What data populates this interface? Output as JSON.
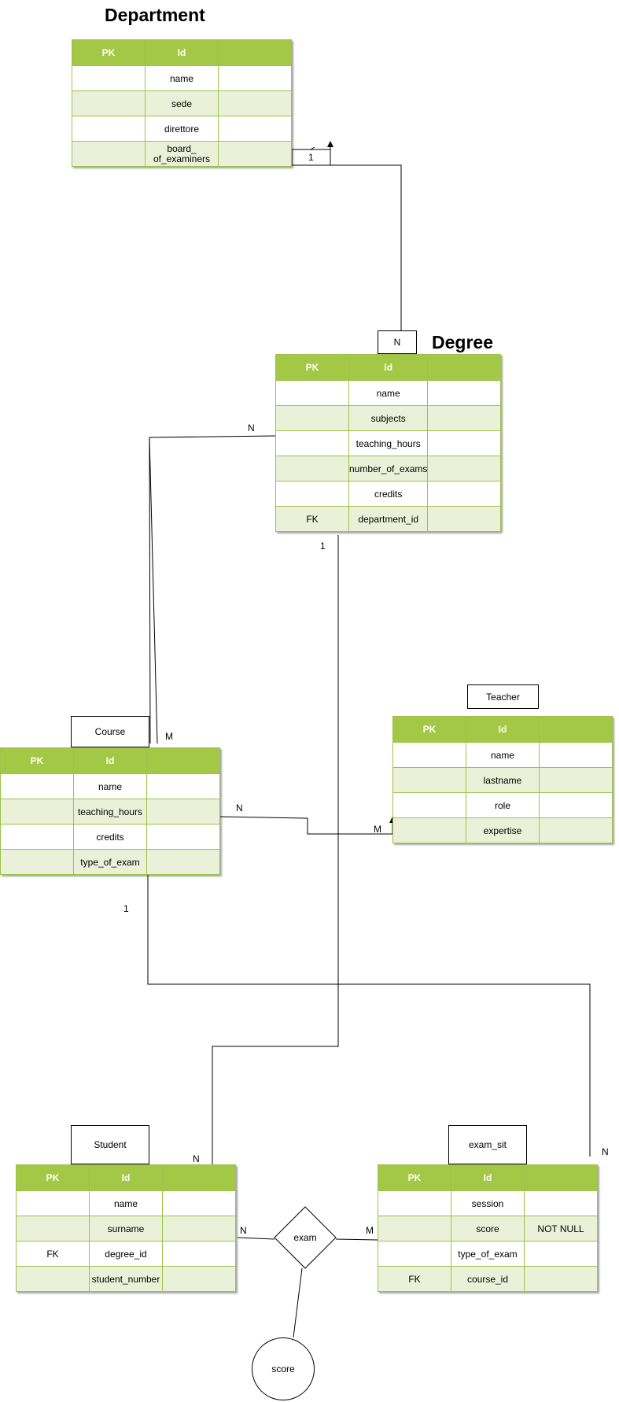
{
  "diagram": {
    "line_color": "#000000",
    "header_color": "#a3c846",
    "stripe_color": "#eaf1d8",
    "border_color": "#9bc34a",
    "department": {
      "title": "Department",
      "header": [
        "PK",
        "Id",
        ""
      ],
      "rows": [
        [
          "",
          "name",
          ""
        ],
        [
          "",
          "sede",
          ""
        ],
        [
          "",
          "direttore",
          ""
        ],
        [
          "",
          "board_\nof_examiners",
          ""
        ]
      ]
    },
    "degree": {
      "title": "Degree",
      "header": [
        "PK",
        "Id",
        ""
      ],
      "rows": [
        [
          "",
          "name",
          ""
        ],
        [
          "",
          "subjects",
          ""
        ],
        [
          "",
          "teaching_hours",
          ""
        ],
        [
          "",
          "number_of_exams",
          ""
        ],
        [
          "",
          "credits",
          ""
        ],
        [
          "FK",
          "department_id",
          ""
        ]
      ]
    },
    "course": {
      "title": "Course",
      "header": [
        "PK",
        "Id",
        ""
      ],
      "rows": [
        [
          "",
          "name",
          ""
        ],
        [
          "",
          "teaching_hours",
          ""
        ],
        [
          "",
          "credits",
          ""
        ],
        [
          "",
          "type_of_exam",
          ""
        ]
      ]
    },
    "teacher": {
      "title": "Teacher",
      "header": [
        "PK",
        "Id",
        ""
      ],
      "rows": [
        [
          "",
          "name",
          ""
        ],
        [
          "",
          "lastname",
          ""
        ],
        [
          "",
          "role",
          ""
        ],
        [
          "",
          "expertise",
          ""
        ]
      ]
    },
    "student": {
      "title": "Student",
      "header": [
        "PK",
        "Id",
        ""
      ],
      "rows": [
        [
          "",
          "name",
          ""
        ],
        [
          "",
          "surname",
          ""
        ],
        [
          "FK",
          "degree_id",
          ""
        ],
        [
          "",
          "student_number",
          ""
        ]
      ]
    },
    "exam_sit": {
      "title": "exam_sit",
      "header": [
        "PK",
        "Id",
        ""
      ],
      "rows": [
        [
          "",
          "session",
          ""
        ],
        [
          "",
          "score",
          "NOT NULL"
        ],
        [
          "",
          "type_of_exam",
          ""
        ],
        [
          "FK",
          "course_id",
          ""
        ]
      ]
    },
    "relationship": "exam",
    "attribute": "score",
    "cardinality": {
      "dept_degree_dept": "1",
      "dept_degree_degree": "N",
      "degree_course_degree": "N",
      "degree_course_course": "M",
      "degree_student_degree": "1",
      "degree_student_student": "N",
      "course_teacher_course": "N",
      "course_teacher_teacher": "M",
      "course_examsit_course": "1",
      "course_examsit_examsit": "N",
      "exam_student": "N",
      "exam_examsit": "M"
    }
  }
}
